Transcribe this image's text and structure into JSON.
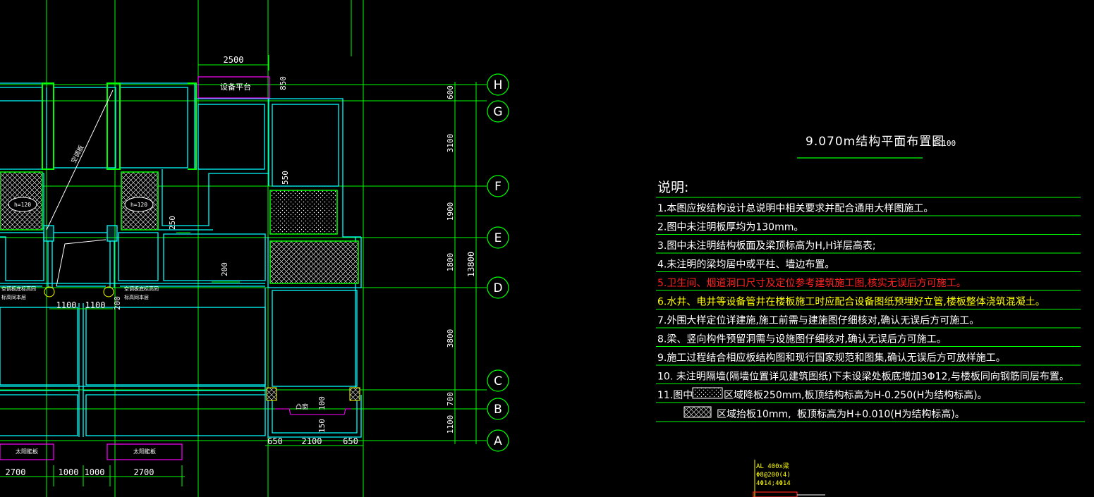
{
  "colors": {
    "background": "#000000",
    "axis": "#00ff00",
    "wall": "#00ffff",
    "text": "#ffffff",
    "dim": "#00ff00",
    "note_red": "#ff2020",
    "note_yellow": "#ffff00",
    "magenta": "#ff00ff",
    "grey": "#9a9a9a"
  },
  "drawing": {
    "title": "9.070m结构平面布置图",
    "scale": "1:100"
  },
  "axes": [
    {
      "label": "H"
    },
    {
      "label": "G"
    },
    {
      "label": "F"
    },
    {
      "label": "E"
    },
    {
      "label": "D"
    },
    {
      "label": "C"
    },
    {
      "label": "B"
    },
    {
      "label": "A"
    }
  ],
  "right_dims": {
    "segments": [
      "600",
      "3100",
      "1900",
      "1800",
      "3800",
      "700",
      "1100"
    ],
    "total": "13800"
  },
  "top_dim": "2500",
  "labels": {
    "equipment_platform": "设备平台",
    "dim_850": "850",
    "dim_550": "550",
    "dim_250": "250",
    "dim_200_mid": "200",
    "dim_200_small": "200",
    "dim_100": "100",
    "dim_150": "150",
    "h120_a": "h=120",
    "h120_b": "h=120",
    "diag_text": "空调板",
    "small_label_a": "空调板底标高同",
    "small_label_b": "标高同本层",
    "small_label_c": "空调板底标高同",
    "small_label_d": "标高同本层",
    "window_label": "凸窗",
    "sun_left": "太阳能板",
    "sun_right": "太阳能板"
  },
  "bottom_dims_left": [
    "1100",
    "1100"
  ],
  "bottom_dims_mid": [
    "650",
    "2100",
    "650"
  ],
  "bottom_dims_row": [
    "2700",
    "1000",
    "1000",
    "2700"
  ],
  "notes": {
    "heading": "说明:",
    "items": [
      {
        "text": "1.本图应按结构设计总说明中相关要求并配合通用大样图施工。",
        "color": "#ffffff"
      },
      {
        "text": "2.图中未注明板厚均为130mm。",
        "color": "#ffffff"
      },
      {
        "text": "3.图中未注明结构板面及梁顶标高为H,H详层高表;",
        "color": "#ffffff"
      },
      {
        "text": "4.未注明的梁均居中或平柱、墙边布置。",
        "color": "#ffffff"
      },
      {
        "text": "5.卫生间、烟道洞口尺寸及定位参考建筑施工图,核实无误后方可施工。",
        "color": "#ff2020"
      },
      {
        "text": "6.水井、电井等设备管井在楼板施工时应配合设备图纸预埋好立管,楼板整体浇筑混凝土。",
        "color": "#ffff00"
      },
      {
        "text": "7.外围大样定位详建施,施工前需与建施图仔细核对,确认无误后方可施工。",
        "color": "#ffffff"
      },
      {
        "text": "8.梁、竖向构件预留洞需与设施图仔细核对,确认无误后方可施工。",
        "color": "#ffffff"
      },
      {
        "text": "9.施工过程结合相应板结构图和现行国家规范和图集,确认无误后方可放样施工。",
        "color": "#ffffff"
      },
      {
        "text": "10. 未注明隔墙(隔墙位置详见建筑图纸)下未设梁处板底增加3Φ12,与楼板同向钢筋同层布置。",
        "color": "#ffffff"
      }
    ],
    "item11_prefix": "11.图中",
    "item11_line1": "区域降板250mm,板顶结构标高为H-0.250(H为结构标高)。",
    "item11_line2a": "区域抬板10mm,",
    "item11_line2b": "板顶标高为H+0.010(H为结构标高)。"
  },
  "beam_label": {
    "line1": "AL 400x梁",
    "line2": "Φ8@200(4)",
    "line3": "4Φ14;4Φ14"
  }
}
